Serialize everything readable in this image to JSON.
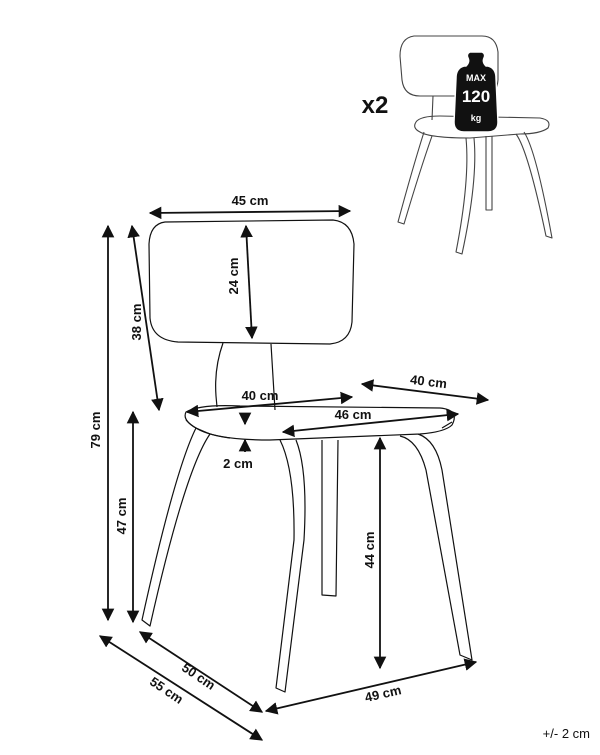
{
  "dimensions": {
    "backrest_width": "45 cm",
    "backrest_height": "24 cm",
    "back_height": "38 cm",
    "total_height": "79 cm",
    "seat_height_side": "47 cm",
    "seat_front_width": "40 cm",
    "seat_depth": "40 cm",
    "seat_width": "46 cm",
    "seat_thickness": "2 cm",
    "seat_height": "44 cm",
    "base_depth_inner": "50 cm",
    "base_depth_outer": "55 cm",
    "base_width": "49 cm"
  },
  "tolerance": "+/- 2 cm",
  "quantity": "x2",
  "max_load": {
    "max_label": "MAX",
    "value": "120",
    "unit": "kg"
  }
}
